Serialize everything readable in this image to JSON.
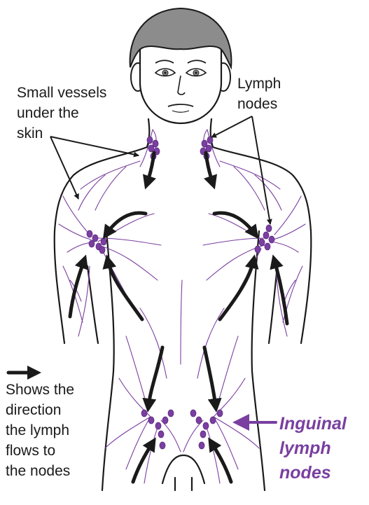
{
  "labels": {
    "vessels": [
      "Small vessels",
      "under the",
      "skin"
    ],
    "nodes": [
      "Lymph",
      "nodes"
    ],
    "legend": [
      "Shows the",
      "direction",
      "the lymph",
      "flows to",
      "the nodes"
    ],
    "inguinal": [
      "Inguinal",
      "lymph",
      "nodes"
    ]
  },
  "colors": {
    "outline": "#1a1a1a",
    "hair": "#8c8c8c",
    "lymph": "#7a3fa0",
    "inguinal_label": "#7a3fa0",
    "arrow": "#1a1a1a"
  }
}
